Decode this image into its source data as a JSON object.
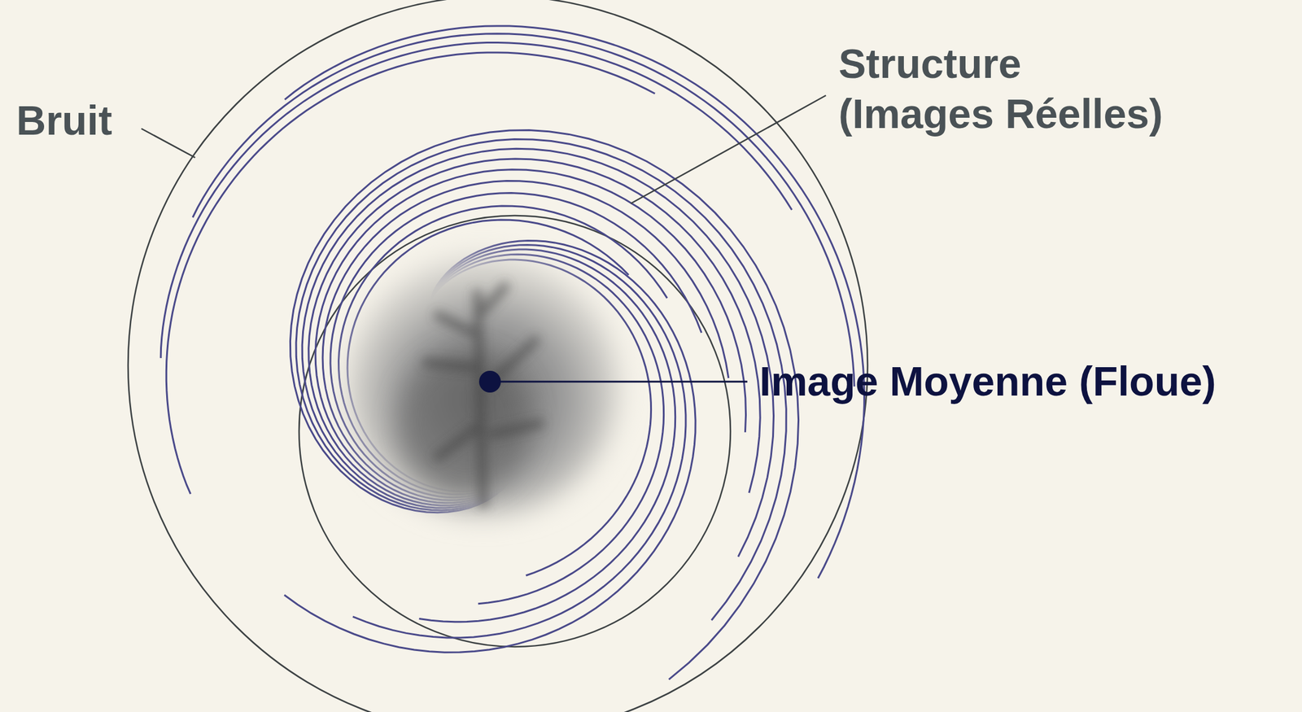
{
  "diagram": {
    "labels": [
      "Bruit",
      "Structure (Images Réelles)",
      "Image Moyenne (Floue)"
    ]
  }
}
